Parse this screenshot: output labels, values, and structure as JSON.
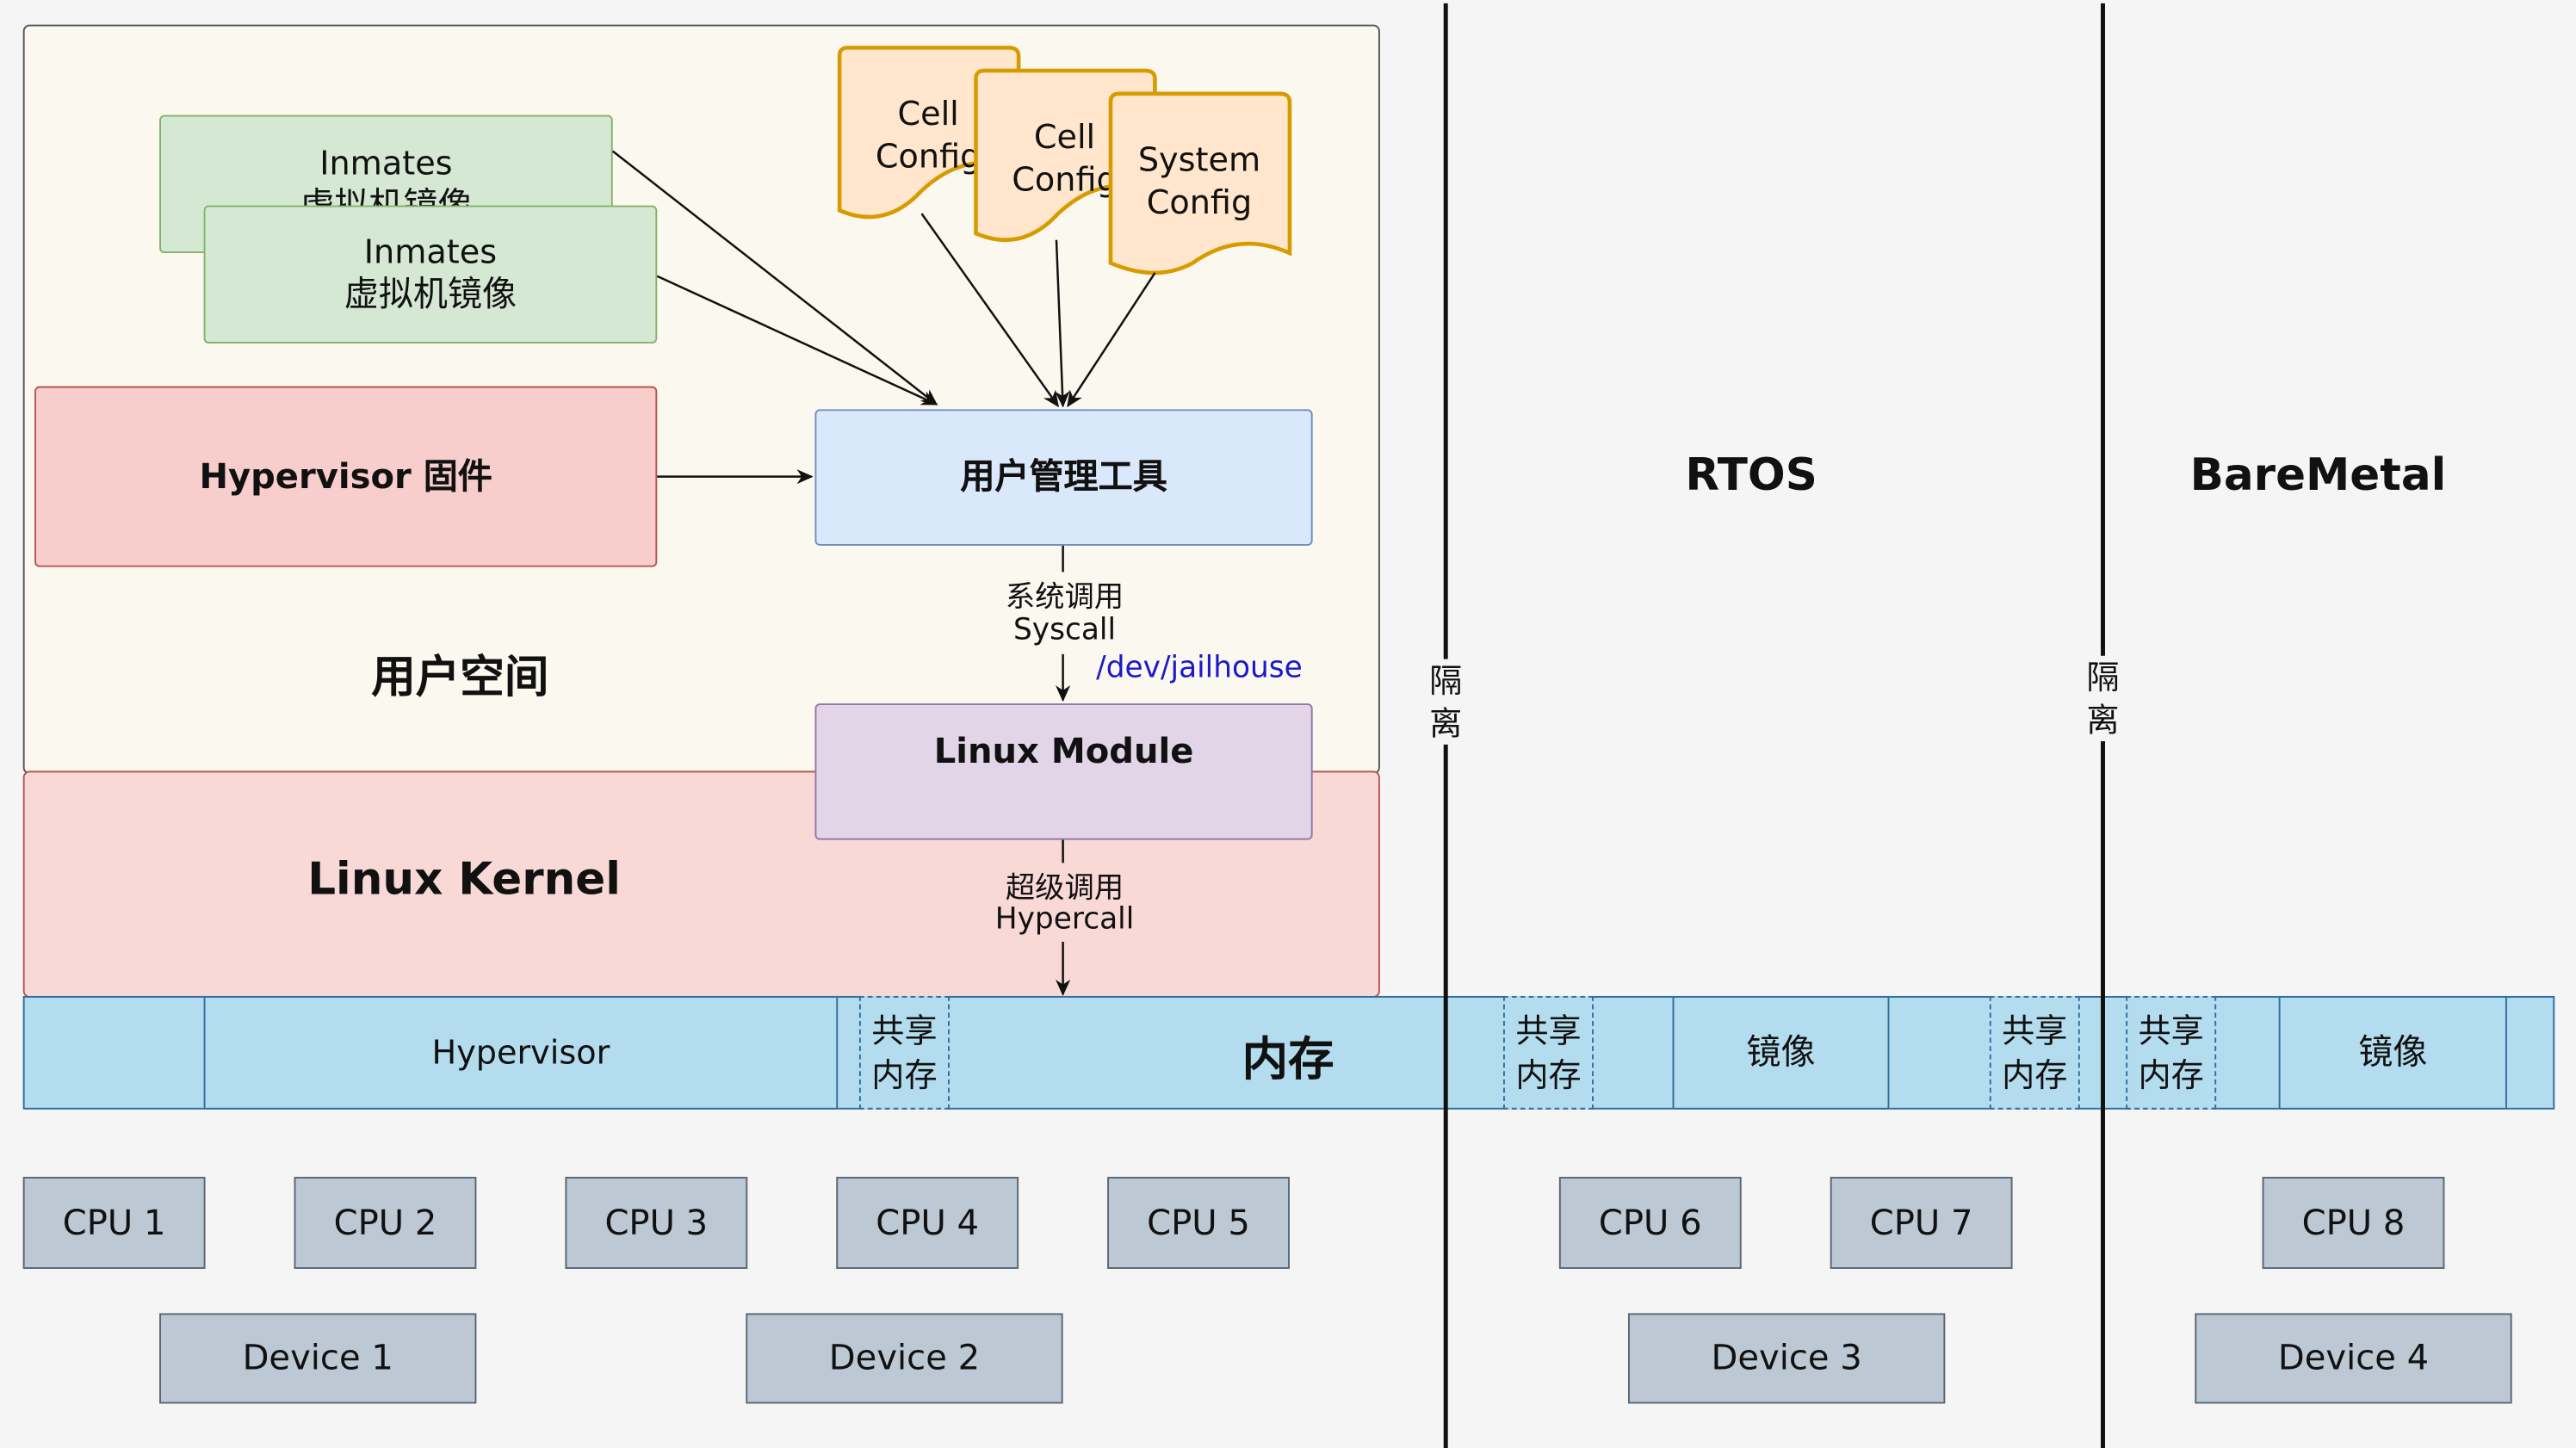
{
  "user_space": {
    "label": "用户空间"
  },
  "kernel": {
    "label": "Linux Kernel"
  },
  "inmates": [
    {
      "line1": "Inmates",
      "line2": "虚拟机镜像"
    },
    {
      "line1": "Inmates",
      "line2": "虚拟机镜像"
    }
  ],
  "configs": [
    {
      "text": "Cell\nConfig"
    },
    {
      "text": "Cell\nConfig"
    },
    {
      "text": "System\nConfig"
    }
  ],
  "hypervisor_firmware": "Hypervisor 固件",
  "user_tool": "用户管理工具",
  "syscall": {
    "zh": "系统调用",
    "en": "Syscall",
    "device_path": "/dev/jailhouse"
  },
  "linux_module": "Linux Module",
  "hypercall": {
    "zh": "超级调用",
    "en": "Hypercall"
  },
  "rtos": "RTOS",
  "baremetal": "BareMetal",
  "isolation": "隔\n离",
  "memory": {
    "title": "内存",
    "hypervisor": "Hypervisor",
    "shared": "共享\n内存",
    "image": "镜像"
  },
  "cpus": [
    "CPU 1",
    "CPU 2",
    "CPU 3",
    "CPU 4",
    "CPU 5",
    "CPU 6",
    "CPU 7",
    "CPU 8"
  ],
  "devices": [
    "Device 1",
    "Device 2",
    "Device 3",
    "Device 4"
  ],
  "colors": {
    "user_space_bg": "#faf8ef",
    "kernel_bg": "#f8d9d6",
    "kernel_border": "#b85450",
    "inmate_bg": "#d5e8d4",
    "inmate_border": "#82b366",
    "config_bg": "#ffe6cc",
    "config_border": "#d79b00",
    "firmware_bg": "#f8cecc",
    "firmware_border": "#b85450",
    "tool_bg": "#dae8fc",
    "tool_border": "#6c8ebf",
    "module_bg": "#e1d5e7",
    "module_border": "#9673a6",
    "memory_bg": "#b3dcee",
    "memory_border": "#2f6da0",
    "hardware_bg": "#bcc8d4",
    "path_text": "#1a1acc"
  }
}
